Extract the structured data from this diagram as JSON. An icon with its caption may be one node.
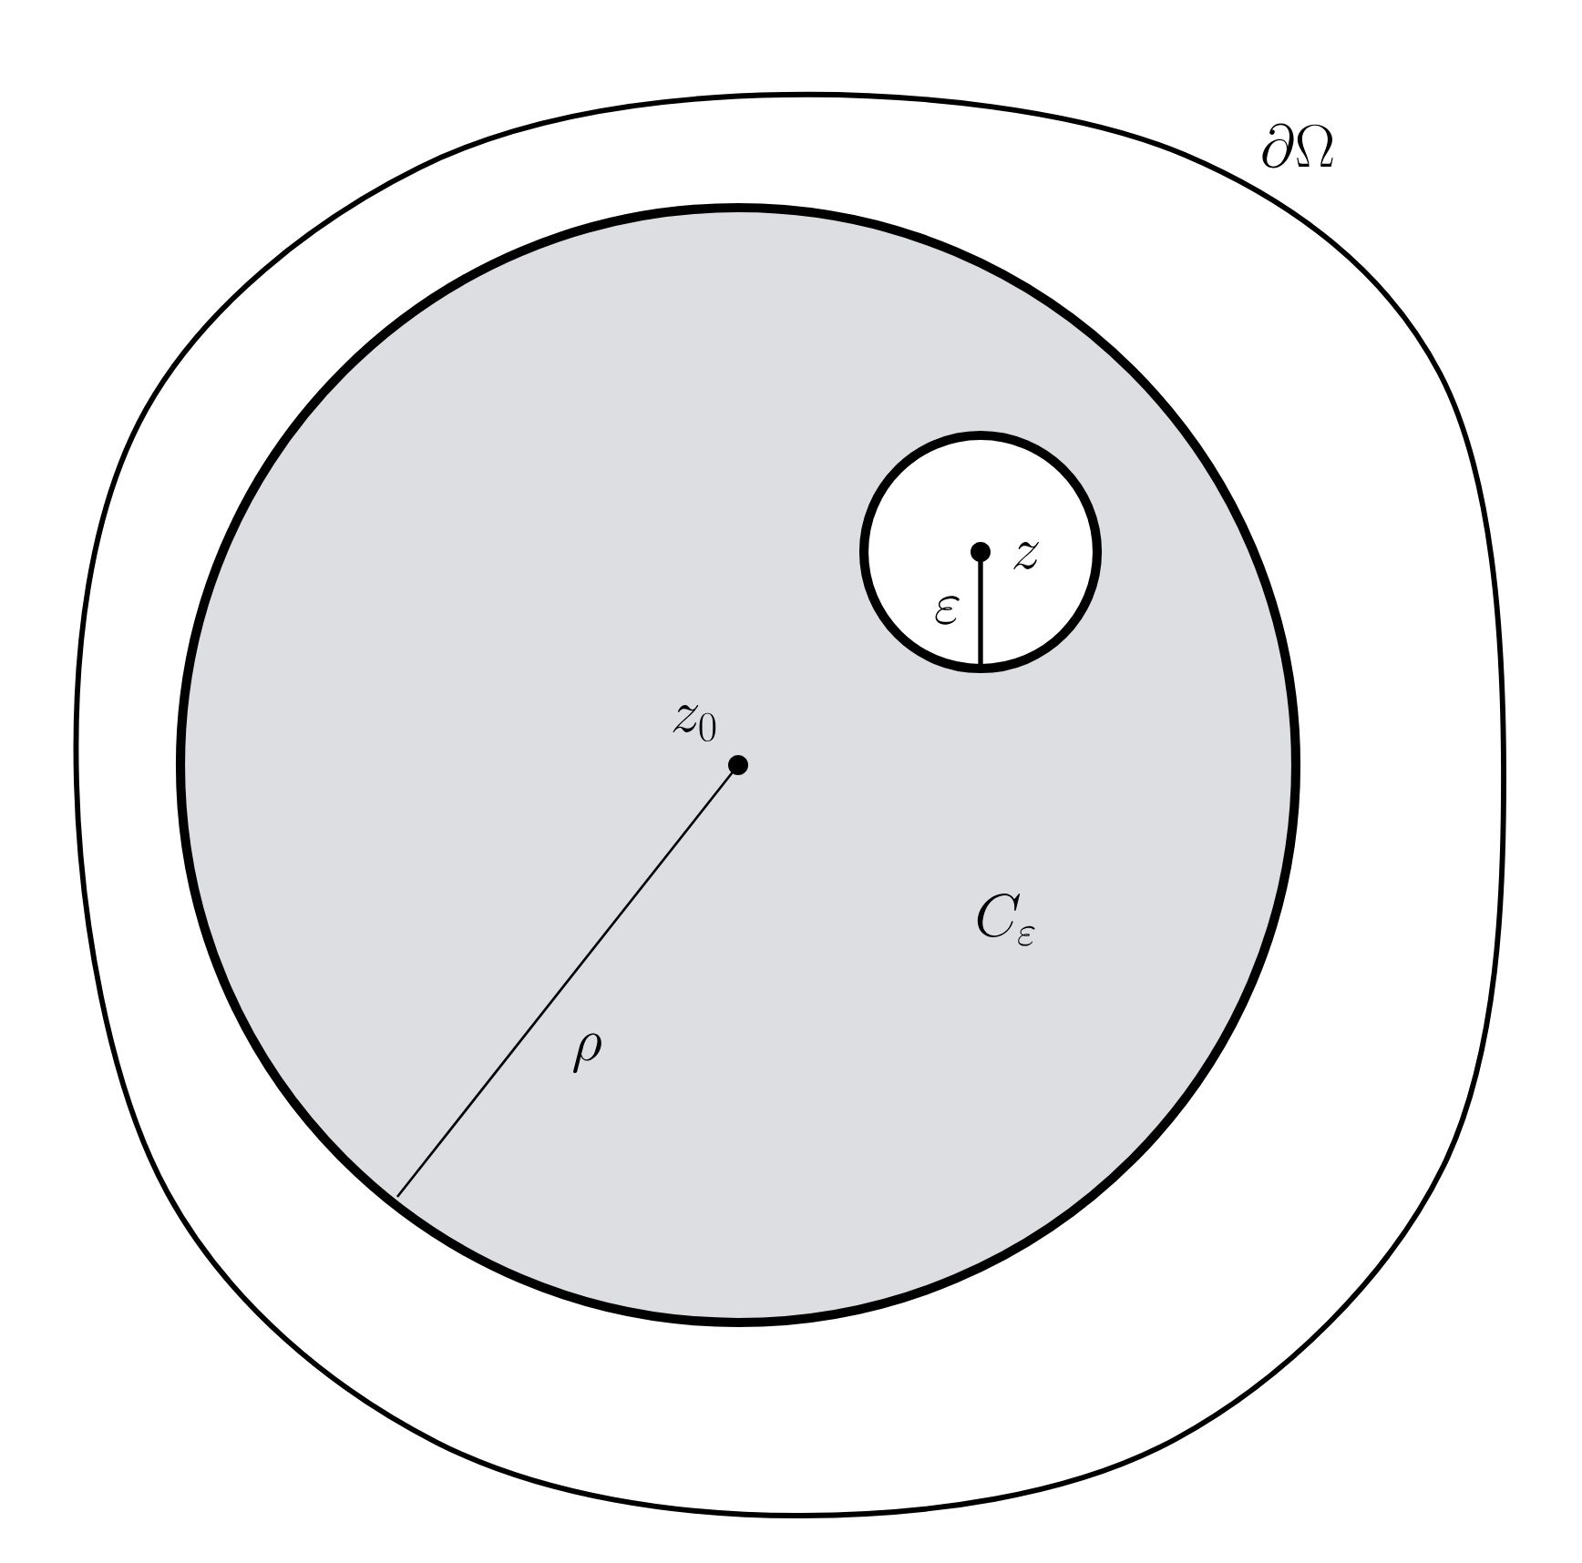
{
  "diagram": {
    "labels": [
      "\\partial\\Omega",
      "z",
      "\\varepsilon",
      "z_0",
      "C_\\varepsilon",
      "\\rho"
    ]
  }
}
